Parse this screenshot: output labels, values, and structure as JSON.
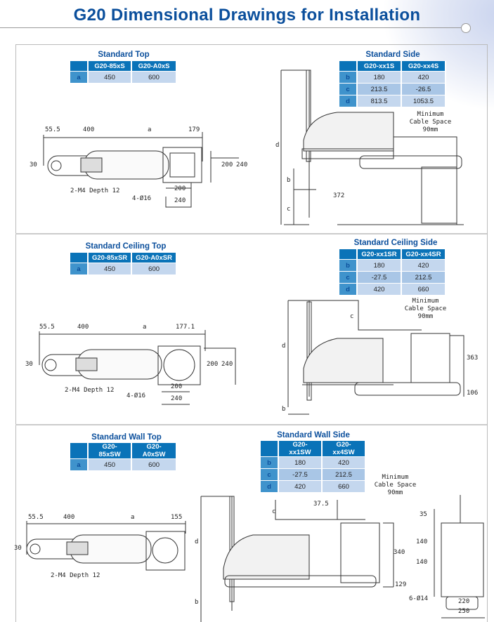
{
  "title": "G20 Dimensional Drawings for Installation",
  "standard_top": {
    "title": "Standard Top",
    "columns": [
      "G20-85xS",
      "G20-A0xS"
    ],
    "rows": [
      {
        "key": "a",
        "values": [
          "450",
          "600"
        ]
      }
    ],
    "dims": [
      "55.5",
      "400",
      "a",
      "179",
      "30",
      "200",
      "240",
      "200",
      "2-M4 Depth 12",
      "4-Ø16",
      "240"
    ]
  },
  "standard_side": {
    "title": "Standard Side",
    "columns": [
      "G20-xx1S",
      "G20-xx4S"
    ],
    "rows": [
      {
        "key": "b",
        "values": [
          "180",
          "420"
        ]
      },
      {
        "key": "c",
        "values": [
          "213.5",
          "-26.5"
        ]
      },
      {
        "key": "d",
        "values": [
          "813.5",
          "1053.5"
        ]
      }
    ],
    "dims": [
      "d",
      "b",
      "c",
      "372"
    ],
    "cable": [
      "Minimum",
      "Cable Space",
      "90mm"
    ]
  },
  "ceiling_top": {
    "title": "Standard Ceiling Top",
    "columns": [
      "G20-85xSR",
      "G20-A0xSR"
    ],
    "rows": [
      {
        "key": "a",
        "values": [
          "450",
          "600"
        ]
      }
    ],
    "dims": [
      "55.5",
      "400",
      "a",
      "177.1",
      "30",
      "200",
      "240",
      "2-M4 Depth 12",
      "200",
      "4-Ø16",
      "240"
    ]
  },
  "ceiling_side": {
    "title": "Standard Ceiling Side",
    "columns": [
      "G20-xx1SR",
      "G20-xx4SR"
    ],
    "rows": [
      {
        "key": "b",
        "values": [
          "180",
          "420"
        ]
      },
      {
        "key": "c",
        "values": [
          "-27.5",
          "212.5"
        ]
      },
      {
        "key": "d",
        "values": [
          "420",
          "660"
        ]
      }
    ],
    "dims": [
      "c",
      "d",
      "b",
      "363",
      "106"
    ],
    "cable": [
      "Minimum",
      "Cable Space",
      "90mm"
    ]
  },
  "wall_top": {
    "title": "Standard Wall Top",
    "columns": [
      "G20-85xSW",
      "G20-A0xSW"
    ],
    "rows": [
      {
        "key": "a",
        "values": [
          "450",
          "600"
        ]
      }
    ],
    "dims": [
      "55.5",
      "400",
      "a",
      "155",
      "30",
      "2-M4 Depth 12"
    ]
  },
  "wall_side": {
    "title": "Standard Wall Side",
    "columns": [
      "G20-xx1SW",
      "G20-xx4SW"
    ],
    "rows": [
      {
        "key": "b",
        "values": [
          "180",
          "420"
        ]
      },
      {
        "key": "c",
        "values": [
          "-27.5",
          "212.5"
        ]
      },
      {
        "key": "d",
        "values": [
          "420",
          "660"
        ]
      }
    ],
    "dims": [
      "c",
      "37.5",
      "d",
      "b",
      "340",
      "129",
      "35",
      "140",
      "140",
      "6-Ø14",
      "220",
      "250"
    ],
    "cable": [
      "Minimum",
      "Cable Space",
      "90mm"
    ]
  },
  "colors": {
    "title": "#0b4f9c",
    "header": "#0a73b8",
    "cell": "#c4d7ee"
  }
}
